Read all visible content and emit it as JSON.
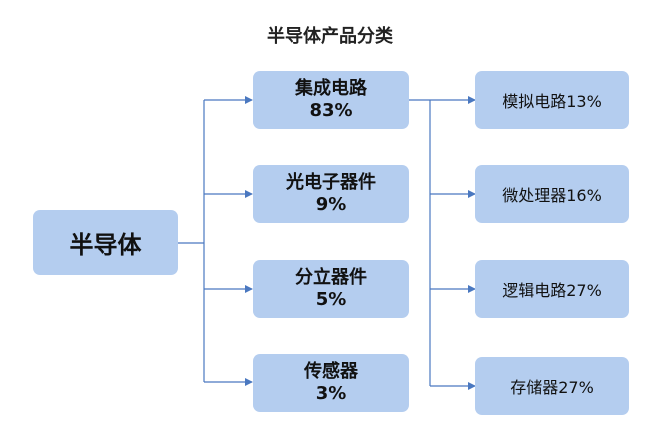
{
  "title": "半导体产品分类",
  "root": {
    "label": "半导体"
  },
  "categories": [
    {
      "name": "集成电路",
      "share": "83%"
    },
    {
      "name": "光电子器件",
      "share": "9%"
    },
    {
      "name": "分立器件",
      "share": "5%"
    },
    {
      "name": "传感器",
      "share": "3%"
    }
  ],
  "ic_subcategories": [
    {
      "label": "模拟电路13%"
    },
    {
      "label": "微处理器16%"
    },
    {
      "label": "逻辑电路27%"
    },
    {
      "label": "存储器27%"
    }
  ],
  "colors": {
    "box_fill": "#b4cdef",
    "connector": "#4a78c0"
  }
}
